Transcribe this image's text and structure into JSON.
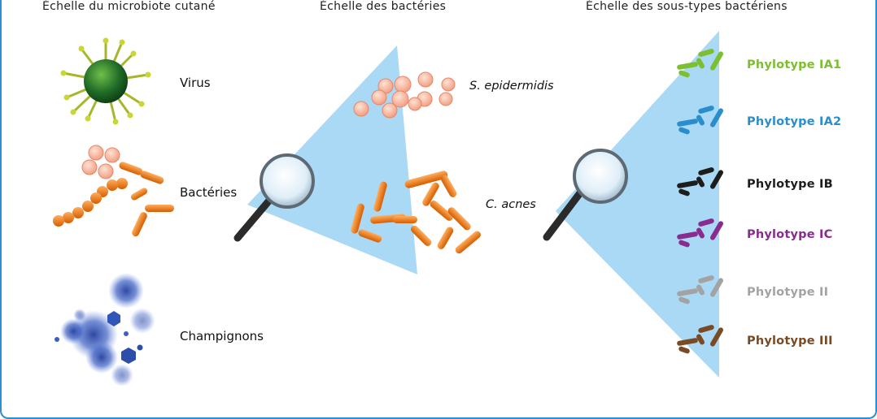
{
  "headings": {
    "skin_scale": "Échelle du microbiote cutané",
    "bacteria_scale": "Échelle des bactéries",
    "subtype_scale": "Échelle des sous-types bactériens"
  },
  "microbiota": [
    {
      "label": "Virus"
    },
    {
      "label": "Bactéries"
    },
    {
      "label": "Champignons"
    }
  ],
  "bacteria": [
    {
      "label": "S. epidermidis"
    },
    {
      "label": "C. acnes"
    }
  ],
  "phylotypes": [
    {
      "label": "Phylotype IA1",
      "color": "#7cbf2f"
    },
    {
      "label": "Phylotype IA2",
      "color": "#2a8dcc"
    },
    {
      "label": "Phylotype IB",
      "color": "#1d1d1b"
    },
    {
      "label": "Phylotype IC",
      "color": "#8a2b8f"
    },
    {
      "label": "Phylotype II",
      "color": "#a3a3a3"
    },
    {
      "label": "Phylotype III",
      "color": "#7a4a24"
    }
  ],
  "colors": {
    "frame": "#2e8fd0",
    "beam": "#a9d9f5",
    "bacteria_orange": "#ee7a1b",
    "coccus": "#f7b39a",
    "fungus": "#2d4fb0",
    "virus": "#1e6b2a"
  },
  "icons": [
    "virus-icon",
    "bacteria-icon",
    "fungus-icon",
    "magnifier-icon"
  ]
}
